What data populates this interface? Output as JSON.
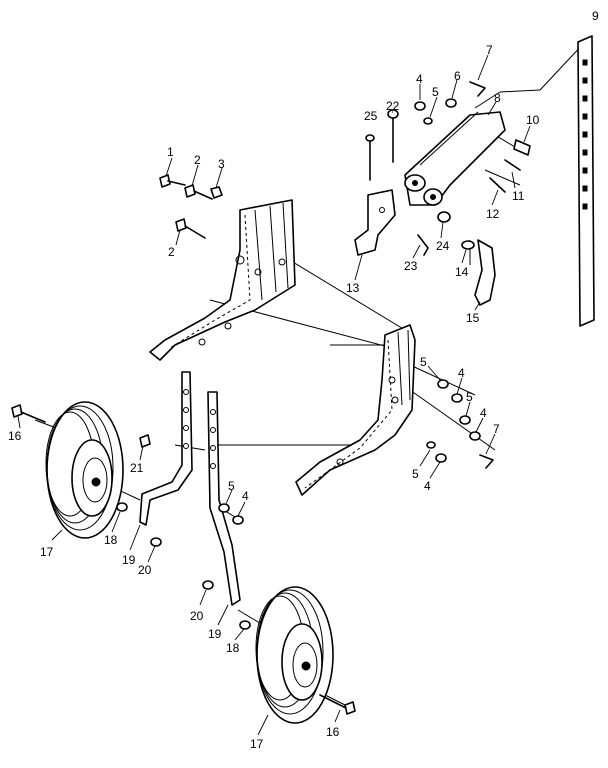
{
  "callouts": {
    "c1": "1",
    "c2a": "2",
    "c2b": "2",
    "c3": "3",
    "c4a": "4",
    "c4b": "4",
    "c4c": "4",
    "c4d": "4",
    "c4e": "4",
    "c5a": "5",
    "c5b": "5",
    "c5c": "5",
    "c5d": "5",
    "c5e": "5",
    "c6": "6",
    "c7a": "7",
    "c7b": "7",
    "c8": "8",
    "c9": "9",
    "c10": "10",
    "c11": "11",
    "c12": "12",
    "c13": "13",
    "c14": "14",
    "c15": "15",
    "c16a": "16",
    "c16b": "16",
    "c17a": "17",
    "c17b": "17",
    "c18a": "18",
    "c18b": "18",
    "c19a": "19",
    "c19b": "19",
    "c20a": "20",
    "c20b": "20",
    "c21": "21",
    "c22": "22",
    "c23": "23",
    "c24": "24",
    "c25": "25"
  }
}
